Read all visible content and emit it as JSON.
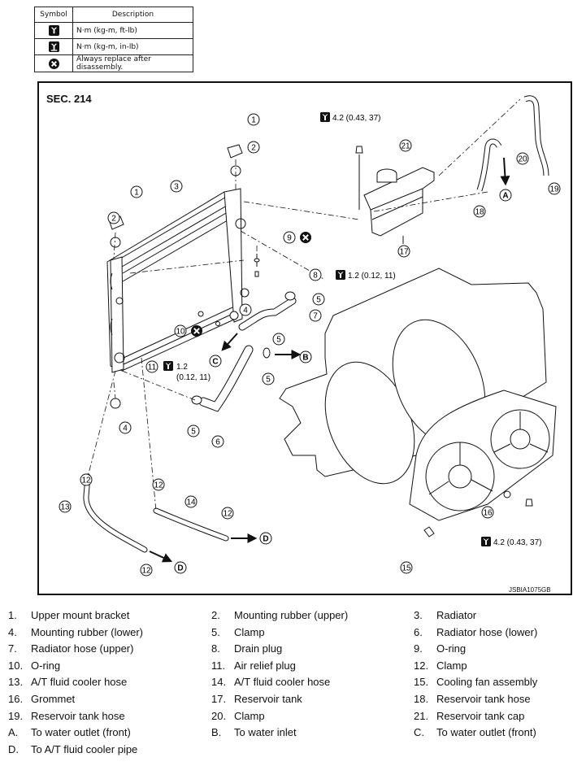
{
  "symbol_table": {
    "header_symbol": "Symbol",
    "header_description": "Description",
    "rows": [
      {
        "icon": "torque-wrench-icon",
        "description": "N·m (kg-m, ft-lb)"
      },
      {
        "icon": "torque-wrench-small-icon",
        "description": "N·m (kg-m, in-lb)"
      },
      {
        "icon": "always-replace-icon",
        "description": "Always replace after disassembly."
      }
    ]
  },
  "diagram": {
    "section": "SEC. 214",
    "figure_id": "JSBIA1075GB",
    "torques": {
      "reservoir": "4.2 (0.43, 37)",
      "drain": "1.2 (0.12, 11)",
      "relief_a": "1.2",
      "relief_b": "(0.12, 11)",
      "fan": "4.2 (0.43, 37)"
    },
    "callouts": [
      "1",
      "2",
      "3",
      "1",
      "2",
      "9",
      "8",
      "5",
      "4",
      "7",
      "10",
      "5",
      "11",
      "5",
      "4",
      "6",
      "5",
      "21",
      "20",
      "19",
      "18",
      "17",
      "12",
      "13",
      "12",
      "14",
      "12",
      "12",
      "16",
      "15"
    ],
    "destinations": [
      "A",
      "B",
      "C",
      "D",
      "D"
    ]
  },
  "legend": [
    {
      "num": "1.",
      "text": "Upper mount bracket"
    },
    {
      "num": "2.",
      "text": "Mounting rubber (upper)"
    },
    {
      "num": "3.",
      "text": "Radiator"
    },
    {
      "num": "4.",
      "text": "Mounting rubber (lower)"
    },
    {
      "num": "5.",
      "text": "Clamp"
    },
    {
      "num": "6.",
      "text": "Radiator hose (lower)"
    },
    {
      "num": "7.",
      "text": "Radiator hose (upper)"
    },
    {
      "num": "8.",
      "text": "Drain plug"
    },
    {
      "num": "9.",
      "text": "O-ring"
    },
    {
      "num": "10.",
      "text": "O-ring"
    },
    {
      "num": "11.",
      "text": "Air relief plug"
    },
    {
      "num": "12.",
      "text": "Clamp"
    },
    {
      "num": "13.",
      "text": "A/T fluid cooler hose"
    },
    {
      "num": "14.",
      "text": "A/T fluid cooler hose"
    },
    {
      "num": "15.",
      "text": "Cooling fan assembly"
    },
    {
      "num": "16.",
      "text": "Grommet"
    },
    {
      "num": "17.",
      "text": "Reservoir tank"
    },
    {
      "num": "18.",
      "text": " Reservoir tank hose"
    },
    {
      "num": "19.",
      "text": "Reservoir tank hose"
    },
    {
      "num": "20.",
      "text": "Clamp"
    },
    {
      "num": "21.",
      "text": "Reservoir tank cap"
    },
    {
      "num": "A.",
      "text": "To water outlet (front)"
    },
    {
      "num": "B.",
      "text": "To water inlet"
    },
    {
      "num": "C.",
      "text": "To water outlet (front)"
    },
    {
      "num": "D.",
      "text": "To A/T fluid cooler pipe"
    }
  ]
}
